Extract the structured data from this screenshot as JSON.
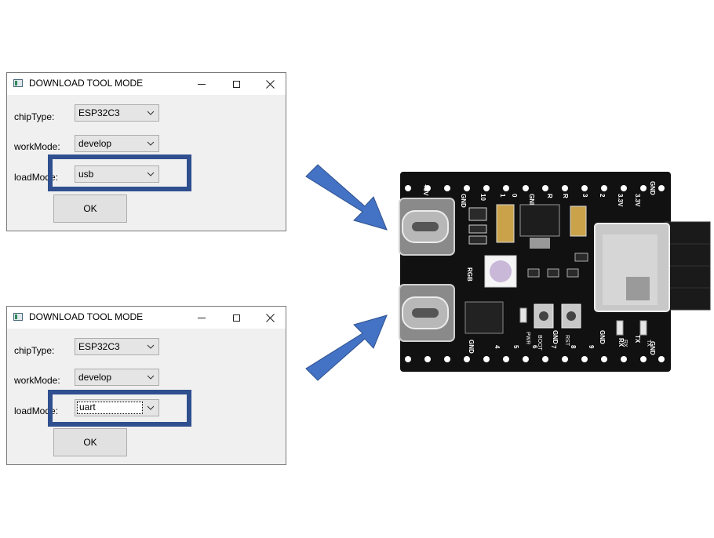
{
  "dialogs": [
    {
      "title": "DOWNLOAD TOOL MODE",
      "fields": {
        "chip_label": "chipType:",
        "chip_value": "ESP32C3",
        "work_label": "workMode:",
        "work_value": "develop",
        "load_label": "loadMode:",
        "load_value": "usb"
      },
      "ok_label": "OK"
    },
    {
      "title": "DOWNLOAD TOOL MODE",
      "fields": {
        "chip_label": "chipType:",
        "chip_value": "ESP32C3",
        "work_label": "workMode:",
        "work_value": "develop",
        "load_label": "loadMode:",
        "load_value": "uart"
      },
      "ok_label": "OK"
    }
  ],
  "board": {
    "top_pins": [
      "+5V",
      "GND",
      "10",
      "1",
      "0",
      "GND",
      "R",
      "R",
      "3",
      "2",
      "3.3V",
      "3.3V",
      "GND"
    ],
    "bottom_pins": [
      "GND",
      "4",
      "5",
      "6",
      "7",
      "GND",
      "8",
      "9",
      "GND",
      "RX",
      "TX",
      "GND"
    ],
    "labels": {
      "rgb": "RGB",
      "pwr": "PWR",
      "boot": "BOOT",
      "rst": "RST",
      "rx_led": "RX",
      "tx_led": "TX"
    }
  },
  "colors": {
    "highlight": "#2f4f8f",
    "arrow": "#4472c4",
    "board": "#111111"
  }
}
